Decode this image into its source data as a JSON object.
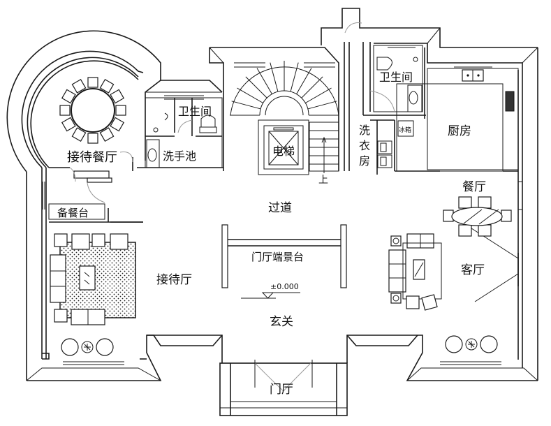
{
  "drawing": {
    "type": "floor-plan",
    "rooms": {
      "reception_dining": "接待餐厅",
      "bathroom_left": "卫生间",
      "washbasin": "洗手池",
      "elevator": "电梯",
      "stairs_up": "上",
      "laundry_1": "洗",
      "laundry_2": "衣",
      "laundry_3": "房",
      "bathroom_right": "卫生间",
      "fridge": "冰箱",
      "kitchen": "厨房",
      "dining": "餐厅",
      "corridor": "过道",
      "pantry": "备餐台",
      "foyer_console": "门厅端景台",
      "reception_hall": "接待厅",
      "living": "客厅",
      "entrance": "玄关",
      "porch": "门厅"
    },
    "elevation_mark": "±0.000"
  }
}
